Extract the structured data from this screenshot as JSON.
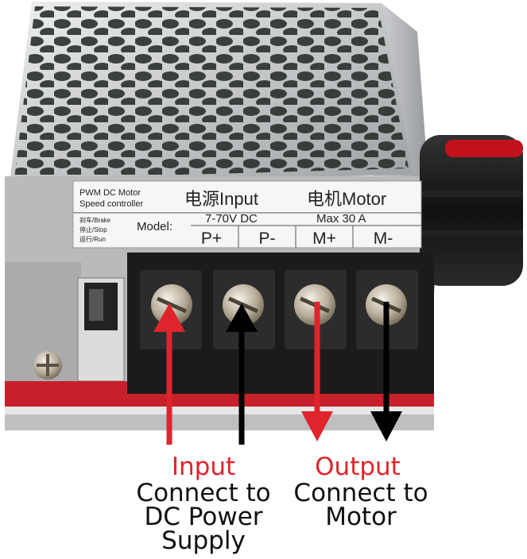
{
  "product_label": {
    "title_line1": "PWM DC Motor",
    "title_line2": "Speed controller",
    "mode_brake": "刹车/Brake",
    "mode_stop": "停止/Stop",
    "mode_run": "运行/Run",
    "model_label": "Model:",
    "input_header": "电源Input",
    "input_voltage": "7-70V DC",
    "motor_header": "电机Motor",
    "motor_current": "Max 30 A",
    "terminals": [
      "P+",
      "P-",
      "M+",
      "M-"
    ]
  },
  "annotations": {
    "input_title": "Input",
    "input_line1": "Connect to",
    "input_line2": "DC Power",
    "input_line3": "Supply",
    "output_title": "Output",
    "output_line1": "Connect to",
    "output_line2": "Motor"
  },
  "colors": {
    "accent_red": "#e0242b",
    "text_black": "#111111",
    "pcb_red": "#c8202a",
    "metal": "#c9cbcd",
    "terminal_block": "#1b1b1b"
  },
  "icons": [
    "speed-knob-icon",
    "screw-terminal-icon",
    "toggle-switch-icon"
  ]
}
